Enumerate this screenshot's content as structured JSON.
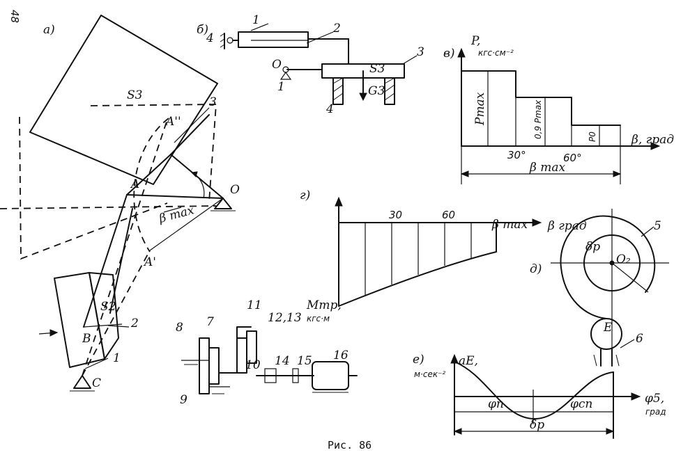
{
  "page": {
    "number": "48",
    "caption": "Рис. 86"
  },
  "panel_a": {
    "tag": "а)",
    "link_labels": [
      "3",
      "2",
      "1"
    ],
    "point_labels": {
      "S3": "S3",
      "A2": "A''",
      "A": "A",
      "O": "O",
      "A1": "A'",
      "S2": "S2",
      "B": "B",
      "C": "C"
    },
    "angle_label": "β max"
  },
  "panel_b": {
    "tag": "б)",
    "labels": {
      "n4a": "4",
      "n1": "1",
      "n2": "2",
      "n3": "3",
      "O": "O",
      "n1b": "1",
      "n4b": "4",
      "S3": "S3",
      "G3": "G3"
    }
  },
  "panel_v": {
    "tag": "в)",
    "y_label": "P,",
    "y_units": "кгс·см⁻²",
    "x_label": "β, град",
    "ticks": [
      "30°",
      "60°"
    ],
    "labels": {
      "pmax": "Pmax",
      "p09": "0,9 Pmax",
      "p0": "P0",
      "bmax": "β max"
    }
  },
  "panel_g": {
    "tag": "г)",
    "ticks": [
      "30",
      "60"
    ],
    "x_label": "β град",
    "end_label": "β max",
    "y_label": "Mтр,",
    "y_units": "кгс·м"
  },
  "panel_d": {
    "tag": "д)",
    "labels": {
      "n5": "5",
      "n6": "6",
      "dp": "δp",
      "Oe": "O₂",
      "E": "E"
    }
  },
  "panel_e": {
    "tag": "е)",
    "y_label": "aE,",
    "y_units": "м·сек⁻²",
    "x_label": "φ5,",
    "x_units": "град",
    "labels": {
      "phin": "φп",
      "phisp": "φсп",
      "dp": "δp"
    }
  },
  "drive": {
    "labels": [
      "8",
      "7",
      "11",
      "12,13",
      "9",
      "14",
      "15",
      "16",
      "10"
    ]
  }
}
